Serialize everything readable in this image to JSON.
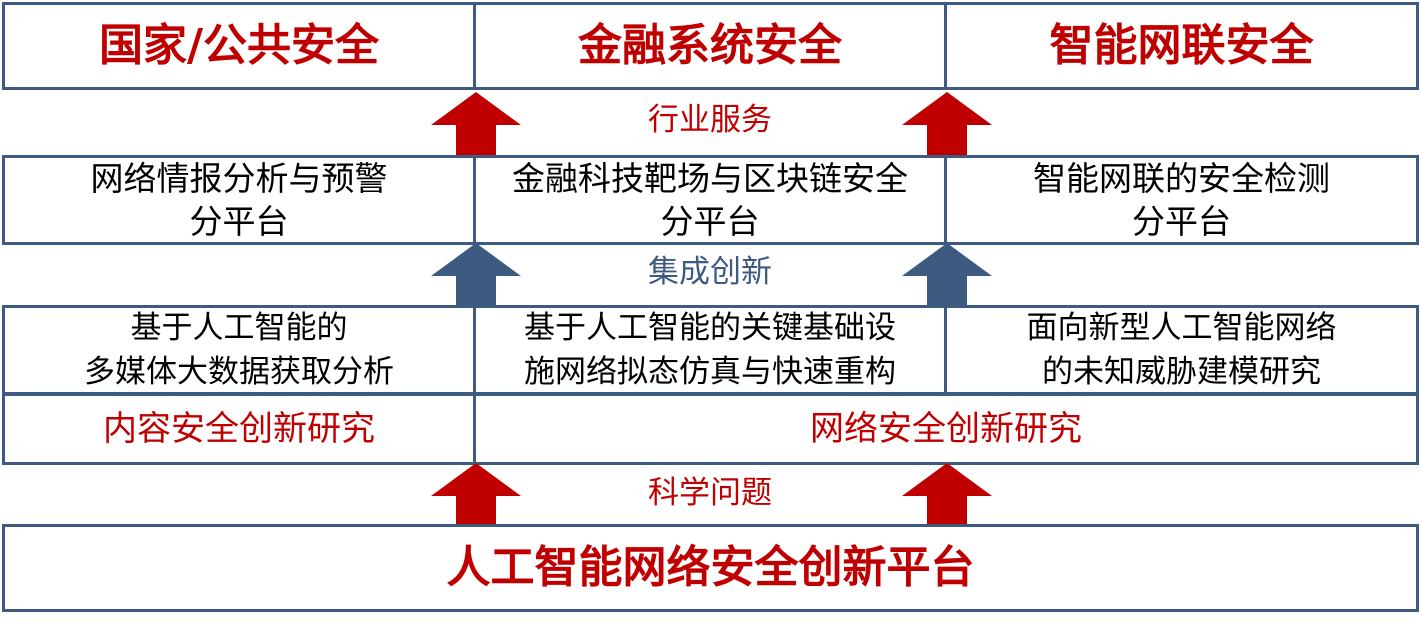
{
  "colors": {
    "accent_red": "#c00000",
    "accent_blue": "#3d5a80",
    "border": "#3d5a80"
  },
  "top_domains": [
    {
      "label": "国家/公共安全"
    },
    {
      "label": "金融系统安全"
    },
    {
      "label": "智能网联安全"
    }
  ],
  "connector_labels": {
    "industry_service": "行业服务",
    "integration_innovation": "集成创新",
    "scientific_problems": "科学问题"
  },
  "sub_platforms": [
    {
      "line1": "网络情报分析与预警",
      "line2": "分平台"
    },
    {
      "line1": "金融科技靶场与区块链安全",
      "line2": "分平台"
    },
    {
      "line1": "智能网联的安全检测",
      "line2": "分平台"
    }
  ],
  "research_topics": [
    {
      "line1": "基于人工智能的",
      "line2": "多媒体大数据获取分析"
    },
    {
      "line1": "基于人工智能的关键基础设",
      "line2": "施网络拟态仿真与快速重构"
    },
    {
      "line1": "面向新型人工智能网络",
      "line2": "的未知威胁建模研究"
    }
  ],
  "research_areas": {
    "content_security": "内容安全创新研究",
    "network_security": "网络安全创新研究"
  },
  "base_platform": {
    "title": "人工智能网络安全创新平台"
  },
  "arrow_icons": [
    "up-arrow-red",
    "up-arrow-blue"
  ]
}
